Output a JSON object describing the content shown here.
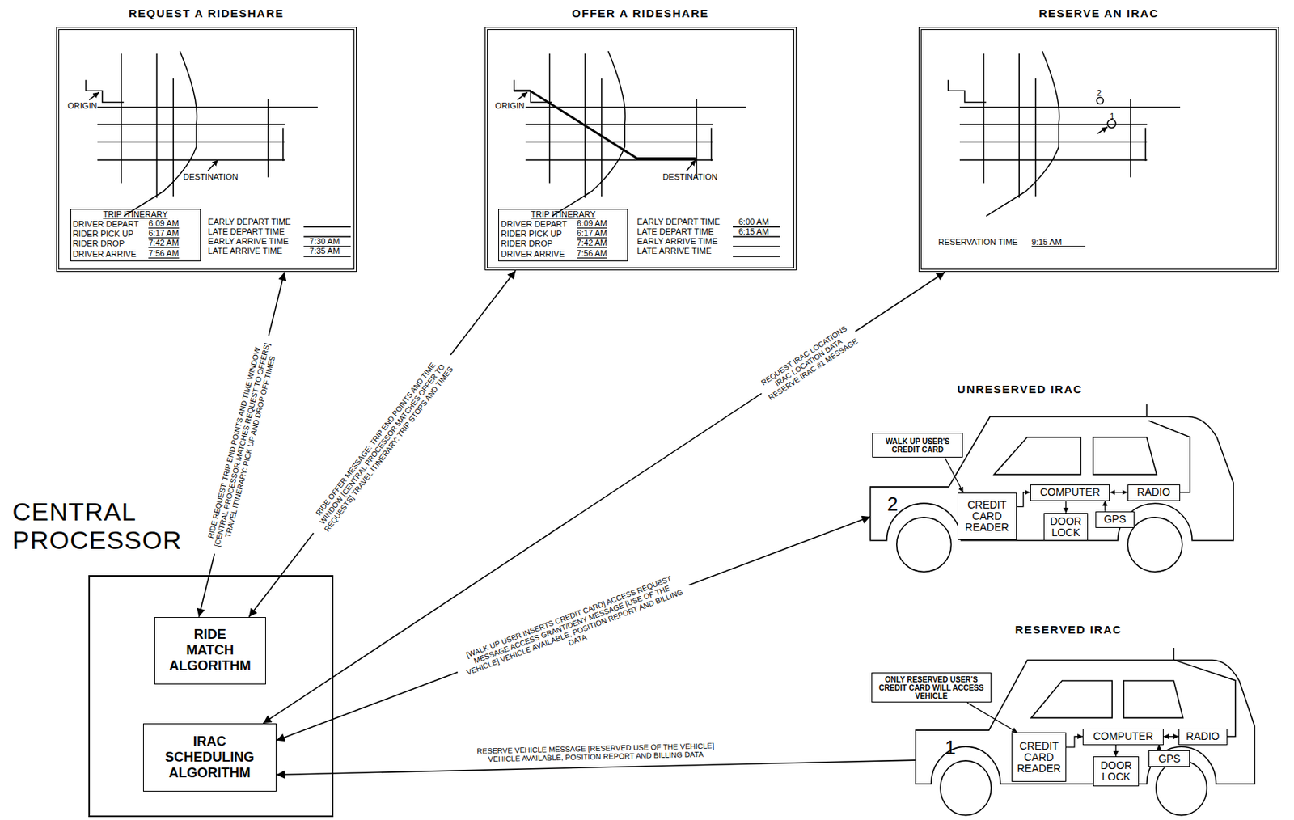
{
  "diagram": {
    "nodes": [
      {
        "text": [
          "REQUEST A RIDESHARE",
          "ORIGIN",
          "DESTINATION",
          "EARLY DEPART TIME",
          "LATE DEPART TIME",
          "EARLY ARRIVE TIME",
          "7:30 AM",
          "LATE ARRIVE TIME",
          "7:35 AM"
        ]
      },
      {
        "text": [
          "TRIP ITINERARY",
          "DRIVER DEPART",
          "6:09 AM",
          "RIDER PICK UP",
          "6:17 AM",
          "RIDER DROP",
          "7:42 AM",
          "DRIVER ARRIVE",
          "7:56 AM"
        ],
        "in": 0
      },
      {
        "text": [
          "OFFER A RIDESHARE",
          "ORIGIN",
          "DESTINATION",
          "EARLY DEPART TIME",
          "6:00 AM",
          "LATE DEPART TIME",
          "6:15 AM",
          "EARLY ARRIVE TIME",
          "LATE ARRIVE TIME"
        ]
      },
      {
        "text": [
          "TRIP ITINERARY",
          "DRIVER DEPART",
          "6:09 AM",
          "RIDER PICK UP",
          "6:17 AM",
          "RIDER DROP",
          "7:42 AM",
          "DRIVER ARRIVE",
          "7:56 AM"
        ],
        "in": 2
      },
      {
        "text": [
          "RESERVE AN IRAC",
          "2",
          "1",
          "RESERVATION TIME",
          "9:15 AM"
        ]
      },
      {
        "text": [
          "CENTRAL PROCESSOR"
        ]
      },
      {
        "text": [
          "RIDE MATCH ALGORITHM"
        ],
        "in": 5
      },
      {
        "text": [
          "IRAC SCHEDULING ALGORITHM"
        ],
        "in": 5
      },
      {
        "text": [
          "UNRESERVED IRAC",
          "2"
        ]
      },
      {
        "text": [
          "WALK UP USER'S CREDIT CARD"
        ]
      },
      {
        "text": [
          "CREDIT CARD READER"
        ],
        "in": 8
      },
      {
        "text": [
          "COMPUTER"
        ],
        "in": 8
      },
      {
        "text": [
          "RADIO"
        ],
        "in": 8
      },
      {
        "text": [
          "DOOR LOCK"
        ],
        "in": 8
      },
      {
        "text": [
          "GPS"
        ],
        "in": 8
      },
      {
        "text": [
          "RESERVED IRAC",
          "1"
        ]
      },
      {
        "text": [
          "ONLY RESERVED USER'S CREDIT CARD WILL ACCESS VEHICLE"
        ]
      },
      {
        "text": [
          "CREDIT CARD READER"
        ],
        "in": 15
      },
      {
        "text": [
          "COMPUTER"
        ],
        "in": 15
      },
      {
        "text": [
          "RADIO"
        ],
        "in": 15
      },
      {
        "text": [
          "DOOR LOCK"
        ],
        "in": 15
      },
      {
        "text": [
          "GPS"
        ],
        "in": 15
      }
    ],
    "edges": [
      {
        "from": 0,
        "to": 6,
        "arrow": "both",
        "label": "RIDE REQUEST: TRIP END POINTS AND TIME WINDOW [CENTRAL PROCESSOR MATCHES REQUEST TO OFFERS] TRAVEL ITINERARY: PICK UP AND DROP OFF TIMES"
      },
      {
        "from": 2,
        "to": 6,
        "arrow": "both",
        "label": "RIDE OFFER MESSAGE: TRIP END POINTS AND TIME WINDOW [CENTRAL PROCESSOR MATCHES OFFER TO REQUESTS] TRAVEL ITINERARY: TRIP STOPS AND TIMES"
      },
      {
        "from": 4,
        "to": 7,
        "arrow": "both",
        "label": "REQUEST IRAC LOCATIONS IRAC LOCATION DATA RESERVE IRAC #1 MESSAGE"
      },
      {
        "from": 8,
        "to": 7,
        "arrow": "both",
        "label": "[WALK UP USER INSERTS CREDIT CARD] ACCESS REQUEST MESSAGE ACCESS GRANT/DENY MESSAGE [USE OF THE VEHICLE] VEHICLE AVAILABLE, POSITION REPORT AND BILLING DATA"
      },
      {
        "from": 15,
        "to": 7,
        "arrow": "to",
        "label": "RESERVE VEHICLE MESSAGE [RESERVED USE OF THE VEHICLE] VEHICLE AVAILABLE, POSITION REPORT AND BILLING DATA"
      },
      {
        "from": 9,
        "to": 10,
        "arrow": "to"
      },
      {
        "from": 10,
        "to": 11,
        "arrow": "to"
      },
      {
        "from": 11,
        "to": 12,
        "arrow": "both"
      },
      {
        "from": 11,
        "to": 13,
        "arrow": "to"
      },
      {
        "from": 14,
        "to": 11,
        "arrow": "to"
      },
      {
        "from": 16,
        "to": 17,
        "arrow": "to"
      },
      {
        "from": 17,
        "to": 18,
        "arrow": "to"
      },
      {
        "from": 18,
        "to": 19,
        "arrow": "both"
      },
      {
        "from": 18,
        "to": 20,
        "arrow": "to"
      },
      {
        "from": 21,
        "to": 18,
        "arrow": "to"
      }
    ]
  }
}
